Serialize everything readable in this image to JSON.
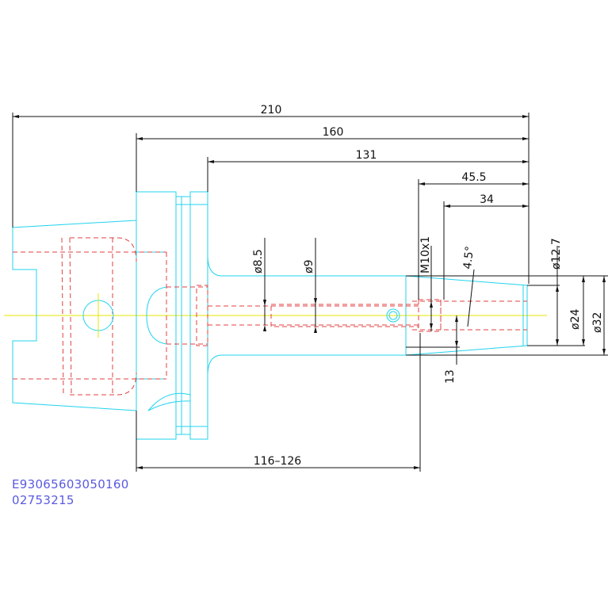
{
  "dimensions": {
    "overall_length": "210",
    "gauge_to_end": "160",
    "shank_length": "131",
    "bore_depth_1": "45.5",
    "bore_depth_2": "34",
    "adjust_range": "116–126",
    "dia_8_5": "ø8.5",
    "dia_9": "ø9",
    "thread": "M10x1",
    "angle": "4.5°",
    "dia_12_7": "ø12.7",
    "dia_24": "ø24",
    "dia_32": "ø32",
    "dim_13": "13"
  },
  "codes": {
    "line1": "E93065603050160",
    "line2": "02753215"
  },
  "colors": {
    "outline": "#22d3ee",
    "hidden": "#e04040",
    "centerline": "#e6e600",
    "dimension": "#111111",
    "code_text": "#5a5ae0"
  }
}
